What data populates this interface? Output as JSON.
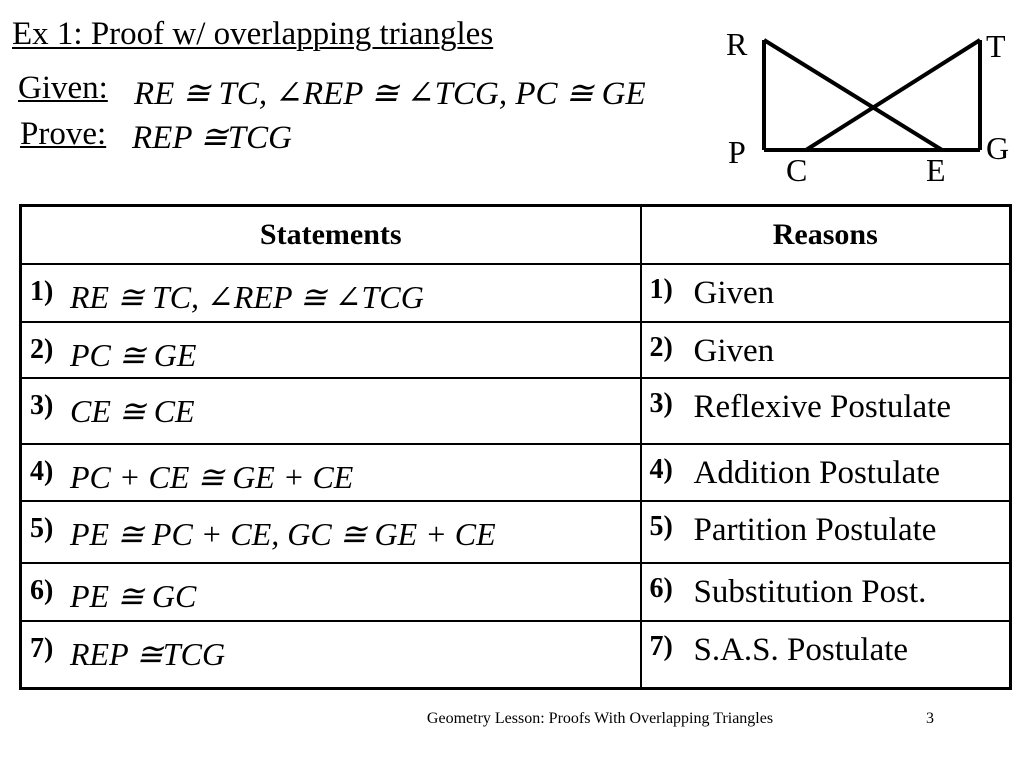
{
  "slide": {
    "title": "Ex 1: Proof w/ overlapping triangles",
    "given_label": "Given:",
    "given_statement": "RE ≅ TC,  ∠REP ≅ ∠TCG,  PC ≅ GE",
    "prove_label": "Prove:",
    "prove_statement": "REP ≅TCG"
  },
  "diagram": {
    "points": {
      "R": "R",
      "T": "T",
      "P": "P",
      "G": "G",
      "C": "C",
      "E": "E"
    }
  },
  "table": {
    "headers": {
      "statements": "Statements",
      "reasons": "Reasons"
    },
    "rows": [
      {
        "num": "1)",
        "statement": "RE ≅ TC,  ∠REP ≅ ∠TCG",
        "reason_num": "1)",
        "reason": "Given"
      },
      {
        "num": "2)",
        "statement": "PC ≅ GE",
        "reason_num": "2)",
        "reason": "Given"
      },
      {
        "num": "3)",
        "statement": "CE ≅ CE",
        "reason_num": "3)",
        "reason": "Reflexive Postulate"
      },
      {
        "num": "4)",
        "statement": "PC + CE ≅ GE + CE",
        "reason_num": "4)",
        "reason": "Addition Postulate"
      },
      {
        "num": "5)",
        "statement": "PE ≅ PC + CE,  GC ≅ GE + CE",
        "reason_num": "5)",
        "reason": "Partition Postulate"
      },
      {
        "num": "6)",
        "statement": "PE ≅ GC",
        "reason_num": "6)",
        "reason": "Substitution Post."
      },
      {
        "num": "7)",
        "statement": "REP ≅TCG",
        "reason_num": "7)",
        "reason": "S.A.S. Postulate"
      }
    ]
  },
  "footer": {
    "text": "Geometry Lesson: Proofs With Overlapping Triangles",
    "page_number": "3"
  }
}
